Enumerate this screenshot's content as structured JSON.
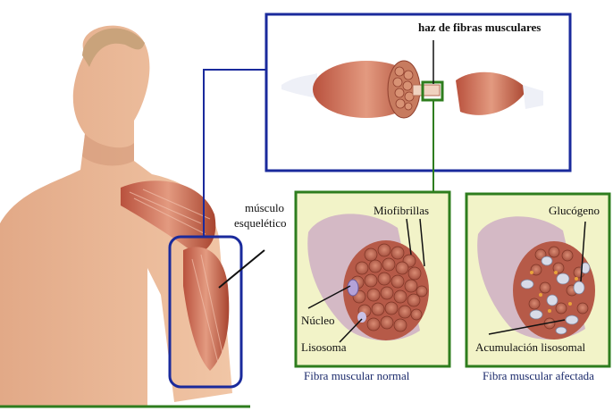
{
  "labels": {
    "bundle": "haz de fibras musculares",
    "muscle_line1": "músculo",
    "muscle_line2": "esquelético",
    "myofibrils": "Miofibrillas",
    "nucleus": "Núcleo",
    "lysosome": "Lisosoma",
    "glycogen": "Glucógeno",
    "lysosomal_accumulation": "Acumulación lisosomal"
  },
  "captions": {
    "normal": "Fibra muscular normal",
    "affected": "Fibra muscular afectada"
  },
  "colors": {
    "blue_frame": "#1a2a9c",
    "green_frame": "#2e7d1e",
    "panel_bg": "#f2f3c8",
    "skin": "#e8b48e",
    "muscle": "#c4674f"
  }
}
